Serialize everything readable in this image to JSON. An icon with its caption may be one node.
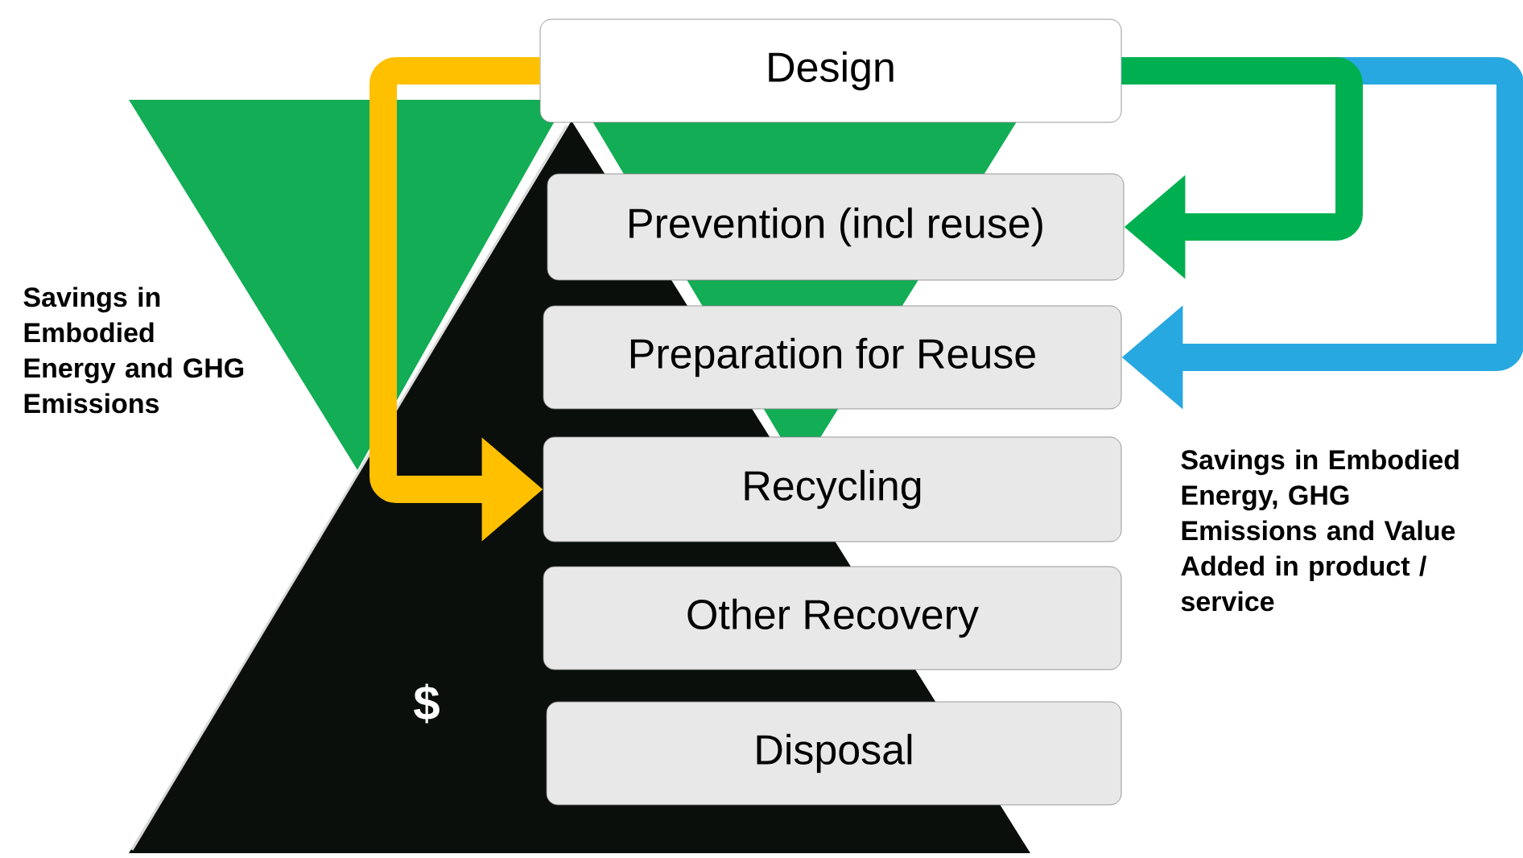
{
  "diagram": {
    "nodes": [
      {
        "text": [
          "Design"
        ]
      },
      {
        "text": [
          "Prevention (incl reuse)"
        ]
      },
      {
        "text": [
          "Preparation for Reuse"
        ]
      },
      {
        "text": [
          "Recycling"
        ]
      },
      {
        "text": [
          "Other Recovery"
        ]
      },
      {
        "text": [
          "Disposal"
        ]
      }
    ],
    "edges": [
      {
        "from": 0,
        "to": 3,
        "arrow": "to",
        "color": "#ffc000"
      },
      {
        "from": 0,
        "to": 1,
        "arrow": "to",
        "color": "#00b050"
      },
      {
        "from": 0,
        "to": 2,
        "arrow": "to",
        "color": "#27a8e0"
      }
    ],
    "labels": [
      "Savings in Embodied Energy and GHG Emissions",
      "Savings in Embodied Energy, GHG Emissions and Value Added in product / service",
      "$"
    ]
  }
}
